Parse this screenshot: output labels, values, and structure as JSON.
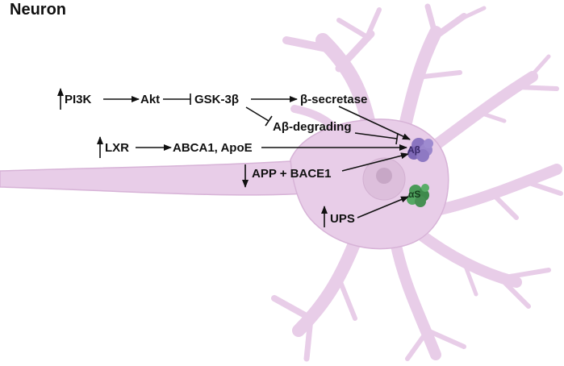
{
  "title": "Neuron",
  "labels": {
    "pi3k": "PI3K",
    "akt": "Akt",
    "gsk3b": "GSK-3β",
    "b_secretase": "β-secretase",
    "ab_degrading": "Aβ-degrading",
    "lxr": "LXR",
    "abca1_apoe": "ABCA1, ApoE",
    "app_bace1": "APP + BACE1",
    "ups": "UPS",
    "ab": "Aβ",
    "as": "αS"
  },
  "regulation": {
    "pi3k": "up",
    "lxr": "up",
    "app_bace1": "down",
    "ups": "up"
  },
  "colors": {
    "neuron_fill": "#e8cde8",
    "neuron_stroke": "#d7b3d7",
    "nucleus": "#ddbfdc",
    "nucleolus": "#c7a7c6",
    "ab_aggregate": "#8a74c0",
    "as_aggregate": "#4a9a58",
    "arrow": "#111111"
  }
}
